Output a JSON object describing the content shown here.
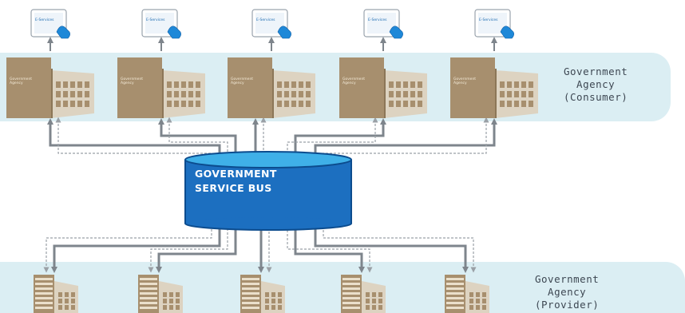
{
  "consumer_label": [
    "Government",
    "Agency",
    "(Consumer)"
  ],
  "provider_label": [
    "Government",
    "Agency",
    "(Provider)"
  ],
  "bus_label": [
    "GOVERNMENT",
    "SERVICE BUS"
  ],
  "building_label": [
    "Government",
    "Agency"
  ],
  "tablet_label": "E-Services",
  "colors": {
    "band": "#dbeef3",
    "building_front": "#a78f6e",
    "building_side": "#ddd3c1",
    "arrow_solid": "#7e858c",
    "arrow_dashed": "#9aa0a6",
    "bus_fill": "#1c6fc0",
    "bus_edge": "#0c4c8e",
    "bus_top": "#3fb0e8"
  }
}
